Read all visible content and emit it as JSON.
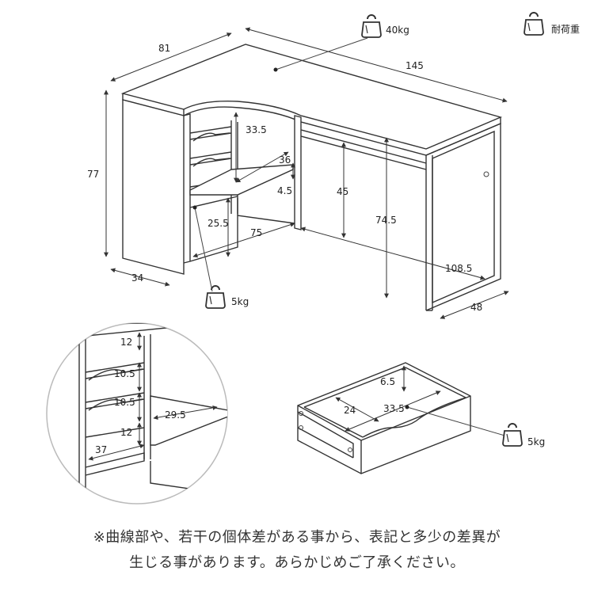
{
  "legend": {
    "load_label": "耐荷重"
  },
  "load_labels": {
    "top": "40kg",
    "shelf": "5kg",
    "drawer": "5kg"
  },
  "main_dims": {
    "depth_left": "81",
    "width_total": "145",
    "height_total": "77",
    "width_left": "34",
    "inner_shelf_h": "33.5",
    "inner_shelf_d": "36",
    "shelf_thick": "4.5",
    "under_desk_h": "45",
    "desk_height": "74.5",
    "lower_space_h": "25.5",
    "lower_space_w": "75",
    "right_width": "108.5",
    "right_depth": "48"
  },
  "detail_dims": {
    "top_gap": "12",
    "drawer1_h": "10.5",
    "drawer2_h": "10.5",
    "bottom_gap": "12",
    "shelf_w": "29.5",
    "base_w": "37"
  },
  "drawer_dims": {
    "inner_h": "6.5",
    "inner_w": "24",
    "inner_d": "33.5"
  },
  "footnote": {
    "line1": "※曲線部や、若干の個体差がある事から、表記と多少の差異が",
    "line2": "生じる事があります。あらかじめご了承ください。"
  },
  "icons": [
    "weight-icon"
  ]
}
